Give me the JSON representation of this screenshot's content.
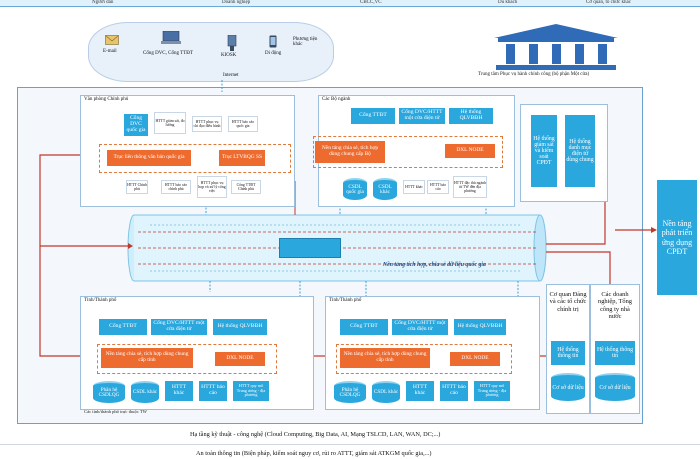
{
  "top_labels": [
    "Người dân",
    "Doanh nghiệp",
    "CBCC,VC",
    "Du khách",
    "Cơ quan, tổ chức khác"
  ],
  "channels": {
    "email": "E-mail",
    "portal": "Cổng DVC, Cổng TTĐT",
    "kiosk": "KIOSK",
    "mobile": "Di động",
    "other": "Phương tiện khác",
    "internet": "Internet"
  },
  "center_caption": "Trung tâm Phục vụ hành chính công (bộ phận Một cửa)",
  "gov_office": {
    "title": "Văn phòng Chính phủ",
    "top_boxes": [
      "Cổng DVC quốc gia",
      "HTTT giám sát, đo lường",
      "HTTT phục vụ chỉ đạo điều hành",
      "HTTT báo cáo quốc gia"
    ],
    "axis_left": "Trục liên thông văn bản quốc gia",
    "axis_right": "Trục LTVBQG SS",
    "bottom_boxes": [
      "HTTT Chính phủ",
      "HTTT báo cáo chính phủ",
      "HTTT phục vụ họp và xử lý công việc",
      "Cổng TTĐT Chính phủ"
    ]
  },
  "ministries": {
    "title": "Các Bộ ngành",
    "top_boxes": [
      "Cổng TTĐT",
      "Cổng DVC/HTTT một cửa điện tử",
      "Hệ thống QLVBĐH"
    ],
    "platform": "Nền tảng chia sẻ, tích hợp dùng chung cấp Bộ",
    "dxl": "DXL NODE",
    "bottom_boxes": [
      "CSDL quốc gia",
      "CSDL khác",
      "HTTT khác",
      "HTTT báo cáo",
      "HTTT đặc thù ngành từ TW đến địa phương"
    ]
  },
  "supervision": {
    "left": "Hệ thống giám sát và kiểm soát CPĐT",
    "right": "Hệ thống danh mục điện tử dùng chung"
  },
  "side_platform": "Nền tảng phát triển ứng dụng CPĐT",
  "national_platform": "Nền tảng tích hợp, chia sẻ dữ liệu quốc gia",
  "province_left": {
    "title": "Tỉnh/Thành phố",
    "top_boxes": [
      "Cổng TTĐT",
      "Cổng DVC/HTTT một cửa điện tử",
      "Hệ thống QLVBĐH"
    ],
    "platform": "Nền tảng chia sẻ, tích hợp dùng chung cấp tỉnh",
    "dxl": "DXL NODE",
    "bottom_boxes": [
      "Phân hệ CSDLQG",
      "CSDL khác",
      "HTTT khác",
      "HTTT báo cáo",
      "HTTT quy mô Trung ương - địa phương"
    ]
  },
  "province_right": {
    "title": "Tỉnh/Thành phố",
    "top_boxes": [
      "Cổng TTĐT",
      "Cổng DVC/HTTT một cửa điện tử",
      "Hệ thống QLVBĐH"
    ],
    "platform": "Nền tảng chia sẻ, tích hợp dùng chung cấp tỉnh",
    "dxl": "DXL NODE",
    "bottom_boxes": [
      "Phân hệ CSDLQG",
      "CSDL khác",
      "HTTT khác",
      "HTTT báo cáo",
      "HTTT quy mô Trung ương - địa phương"
    ]
  },
  "province_caption": "Các tỉnh/thành phố trực thuộc TW",
  "party_org": {
    "title": "Cơ quan Đảng và các tổ chức chính trị",
    "system": "Hệ thống thông tin",
    "db": "Cơ sở dữ liệu"
  },
  "enterprise_org": {
    "title": "Các doanh nghiệp, Tổng công ty nhà nước",
    "system": "Hệ thống thông tin",
    "db": "Cơ sở dữ liệu"
  },
  "infra_caption": "Hạ tầng kỹ thuật - công nghệ (Cloud Computing, Big Data, AI, Mạng TSLCD, LAN, WAN, DC;...)",
  "security_caption": "An toàn thông tin (Biện pháp, kiểm soát nguy cơ, rủi ro ATTT, giám sát ATKGM quốc gia,...)",
  "colors": {
    "blue": "#2aa7dd",
    "orange": "#ee6b2f",
    "red_line": "#c0392b",
    "dash_blue": "#3aa0d8",
    "temple": "#2f6bb6"
  }
}
